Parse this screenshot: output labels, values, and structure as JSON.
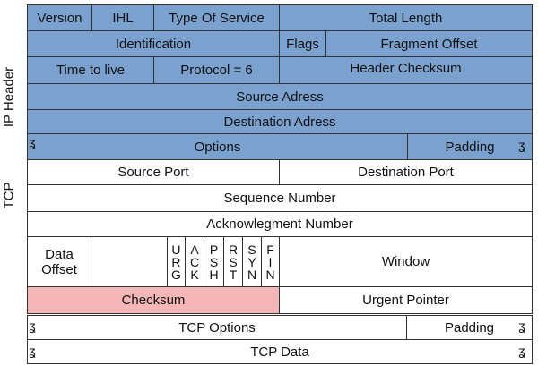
{
  "side_labels": {
    "ip": "IP Header",
    "tcp": "TCP"
  },
  "ip": {
    "version": "Version",
    "ihl": "IHL",
    "tos": "Type Of Service",
    "total_length": "Total Length",
    "identification": "Identification",
    "flags": "Flags",
    "fragment_offset": "Fragment Offset",
    "ttl": "Time to live",
    "protocol": "Protocol = 6",
    "header_checksum": "Header Checksum",
    "source": "Source Adress",
    "destination": "Destination Adress",
    "options": "Options",
    "padding": "Padding"
  },
  "tcp": {
    "source_port": "Source Port",
    "destination_port": "Destination Port",
    "sequence": "Sequence Number",
    "ack": "Acknowlegment Number",
    "data_offset": "Data\nOffset",
    "flags": {
      "urg": "U\nR\nG",
      "ack": "A\nC\nK",
      "psh": "P\nS\nH",
      "rst": "R\nS\nT",
      "syn": "S\nY\nN",
      "fin": "F\nI\nN"
    },
    "window": "Window",
    "checksum": "Checksum",
    "urgent_pointer": "Urgent Pointer",
    "options": "TCP Options",
    "padding": "Padding",
    "data": "TCP Data"
  },
  "colors": {
    "ip_fill": "#7ba1cf",
    "checksum_fill": "#f4b6b6",
    "tcp_fill": "#ffffff"
  }
}
